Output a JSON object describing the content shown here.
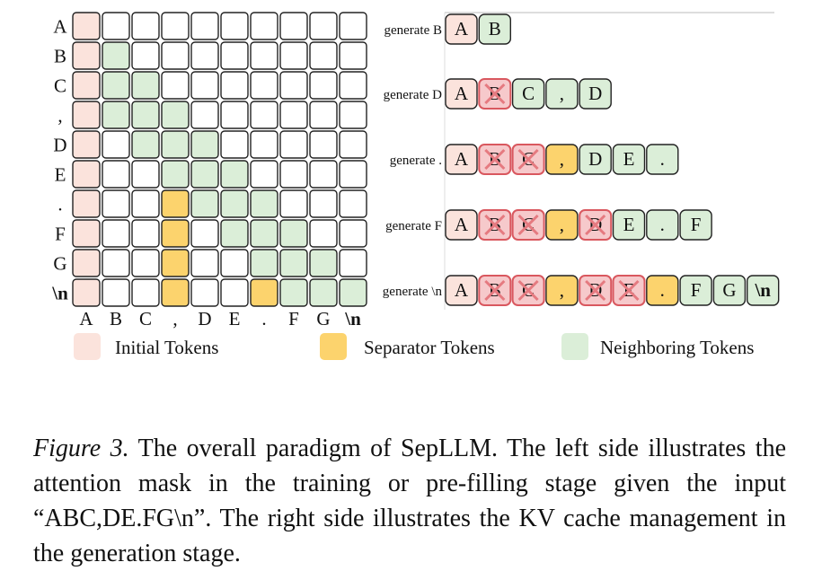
{
  "tokens": [
    "A",
    "B",
    "C",
    ",",
    "D",
    "E",
    ".",
    "F",
    "G",
    "\\n"
  ],
  "colors": {
    "initial": "#fbe3dc",
    "separator": "#fcd36d",
    "neighboring": "#dbeed8",
    "empty": "#ffffff",
    "evicted": "#f6c9cb",
    "evicted_border": "#d9585f",
    "cross": "#e57a80",
    "border": "#222222"
  },
  "attention_mask": {
    "rows": [
      [
        "I",
        "",
        "",
        "",
        "",
        "",
        "",
        "",
        "",
        ""
      ],
      [
        "I",
        "N",
        "",
        "",
        "",
        "",
        "",
        "",
        "",
        ""
      ],
      [
        "I",
        "N",
        "N",
        "",
        "",
        "",
        "",
        "",
        "",
        ""
      ],
      [
        "I",
        "N",
        "N",
        "N",
        "",
        "",
        "",
        "",
        "",
        ""
      ],
      [
        "I",
        "",
        "N",
        "N",
        "N",
        "",
        "",
        "",
        "",
        ""
      ],
      [
        "I",
        "",
        "",
        "N",
        "N",
        "N",
        "",
        "",
        "",
        ""
      ],
      [
        "I",
        "",
        "",
        "S",
        "N",
        "N",
        "N",
        "",
        "",
        ""
      ],
      [
        "I",
        "",
        "",
        "S",
        "",
        "N",
        "N",
        "N",
        "",
        ""
      ],
      [
        "I",
        "",
        "",
        "S",
        "",
        "",
        "N",
        "N",
        "N",
        ""
      ],
      [
        "I",
        "",
        "",
        "S",
        "",
        "",
        "S",
        "N",
        "N",
        "N"
      ]
    ]
  },
  "generation": [
    {
      "label": "generate B",
      "cells": [
        [
          "A",
          "I"
        ],
        [
          "B",
          "N"
        ]
      ]
    },
    {
      "label": "generate D",
      "cells": [
        [
          "A",
          "I"
        ],
        [
          "B",
          "X"
        ],
        [
          "C",
          "N"
        ],
        [
          ",",
          "N"
        ],
        [
          "D",
          "N"
        ]
      ]
    },
    {
      "label": "generate .",
      "cells": [
        [
          "A",
          "I"
        ],
        [
          "B",
          "X"
        ],
        [
          "C",
          "X"
        ],
        [
          ",",
          "S"
        ],
        [
          "D",
          "N"
        ],
        [
          "E",
          "N"
        ],
        [
          ".",
          "N"
        ]
      ]
    },
    {
      "label": "generate F",
      "cells": [
        [
          "A",
          "I"
        ],
        [
          "B",
          "X"
        ],
        [
          "C",
          "X"
        ],
        [
          ",",
          "S"
        ],
        [
          "D",
          "X"
        ],
        [
          "E",
          "N"
        ],
        [
          ".",
          "N"
        ],
        [
          "F",
          "N"
        ]
      ]
    },
    {
      "label": "generate \\n",
      "cells": [
        [
          "A",
          "I"
        ],
        [
          "B",
          "X"
        ],
        [
          "C",
          "X"
        ],
        [
          ",",
          "S"
        ],
        [
          "D",
          "X"
        ],
        [
          "E",
          "X"
        ],
        [
          ".",
          "S"
        ],
        [
          "F",
          "N"
        ],
        [
          "G",
          "N"
        ],
        [
          "\\n",
          "N"
        ]
      ]
    }
  ],
  "legend": [
    {
      "key": "I",
      "label": "Initial Tokens"
    },
    {
      "key": "S",
      "label": "Separator Tokens"
    },
    {
      "key": "N",
      "label": "Neighboring Tokens"
    }
  ],
  "caption": {
    "prefix": "Figure 3.",
    "text": " The overall paradigm of SepLLM. The left side illustrates the attention mask in the training or pre-filling stage given the input “ABC,DE.FG\\n”. The right side illustrates the KV cache management in the generation stage."
  }
}
